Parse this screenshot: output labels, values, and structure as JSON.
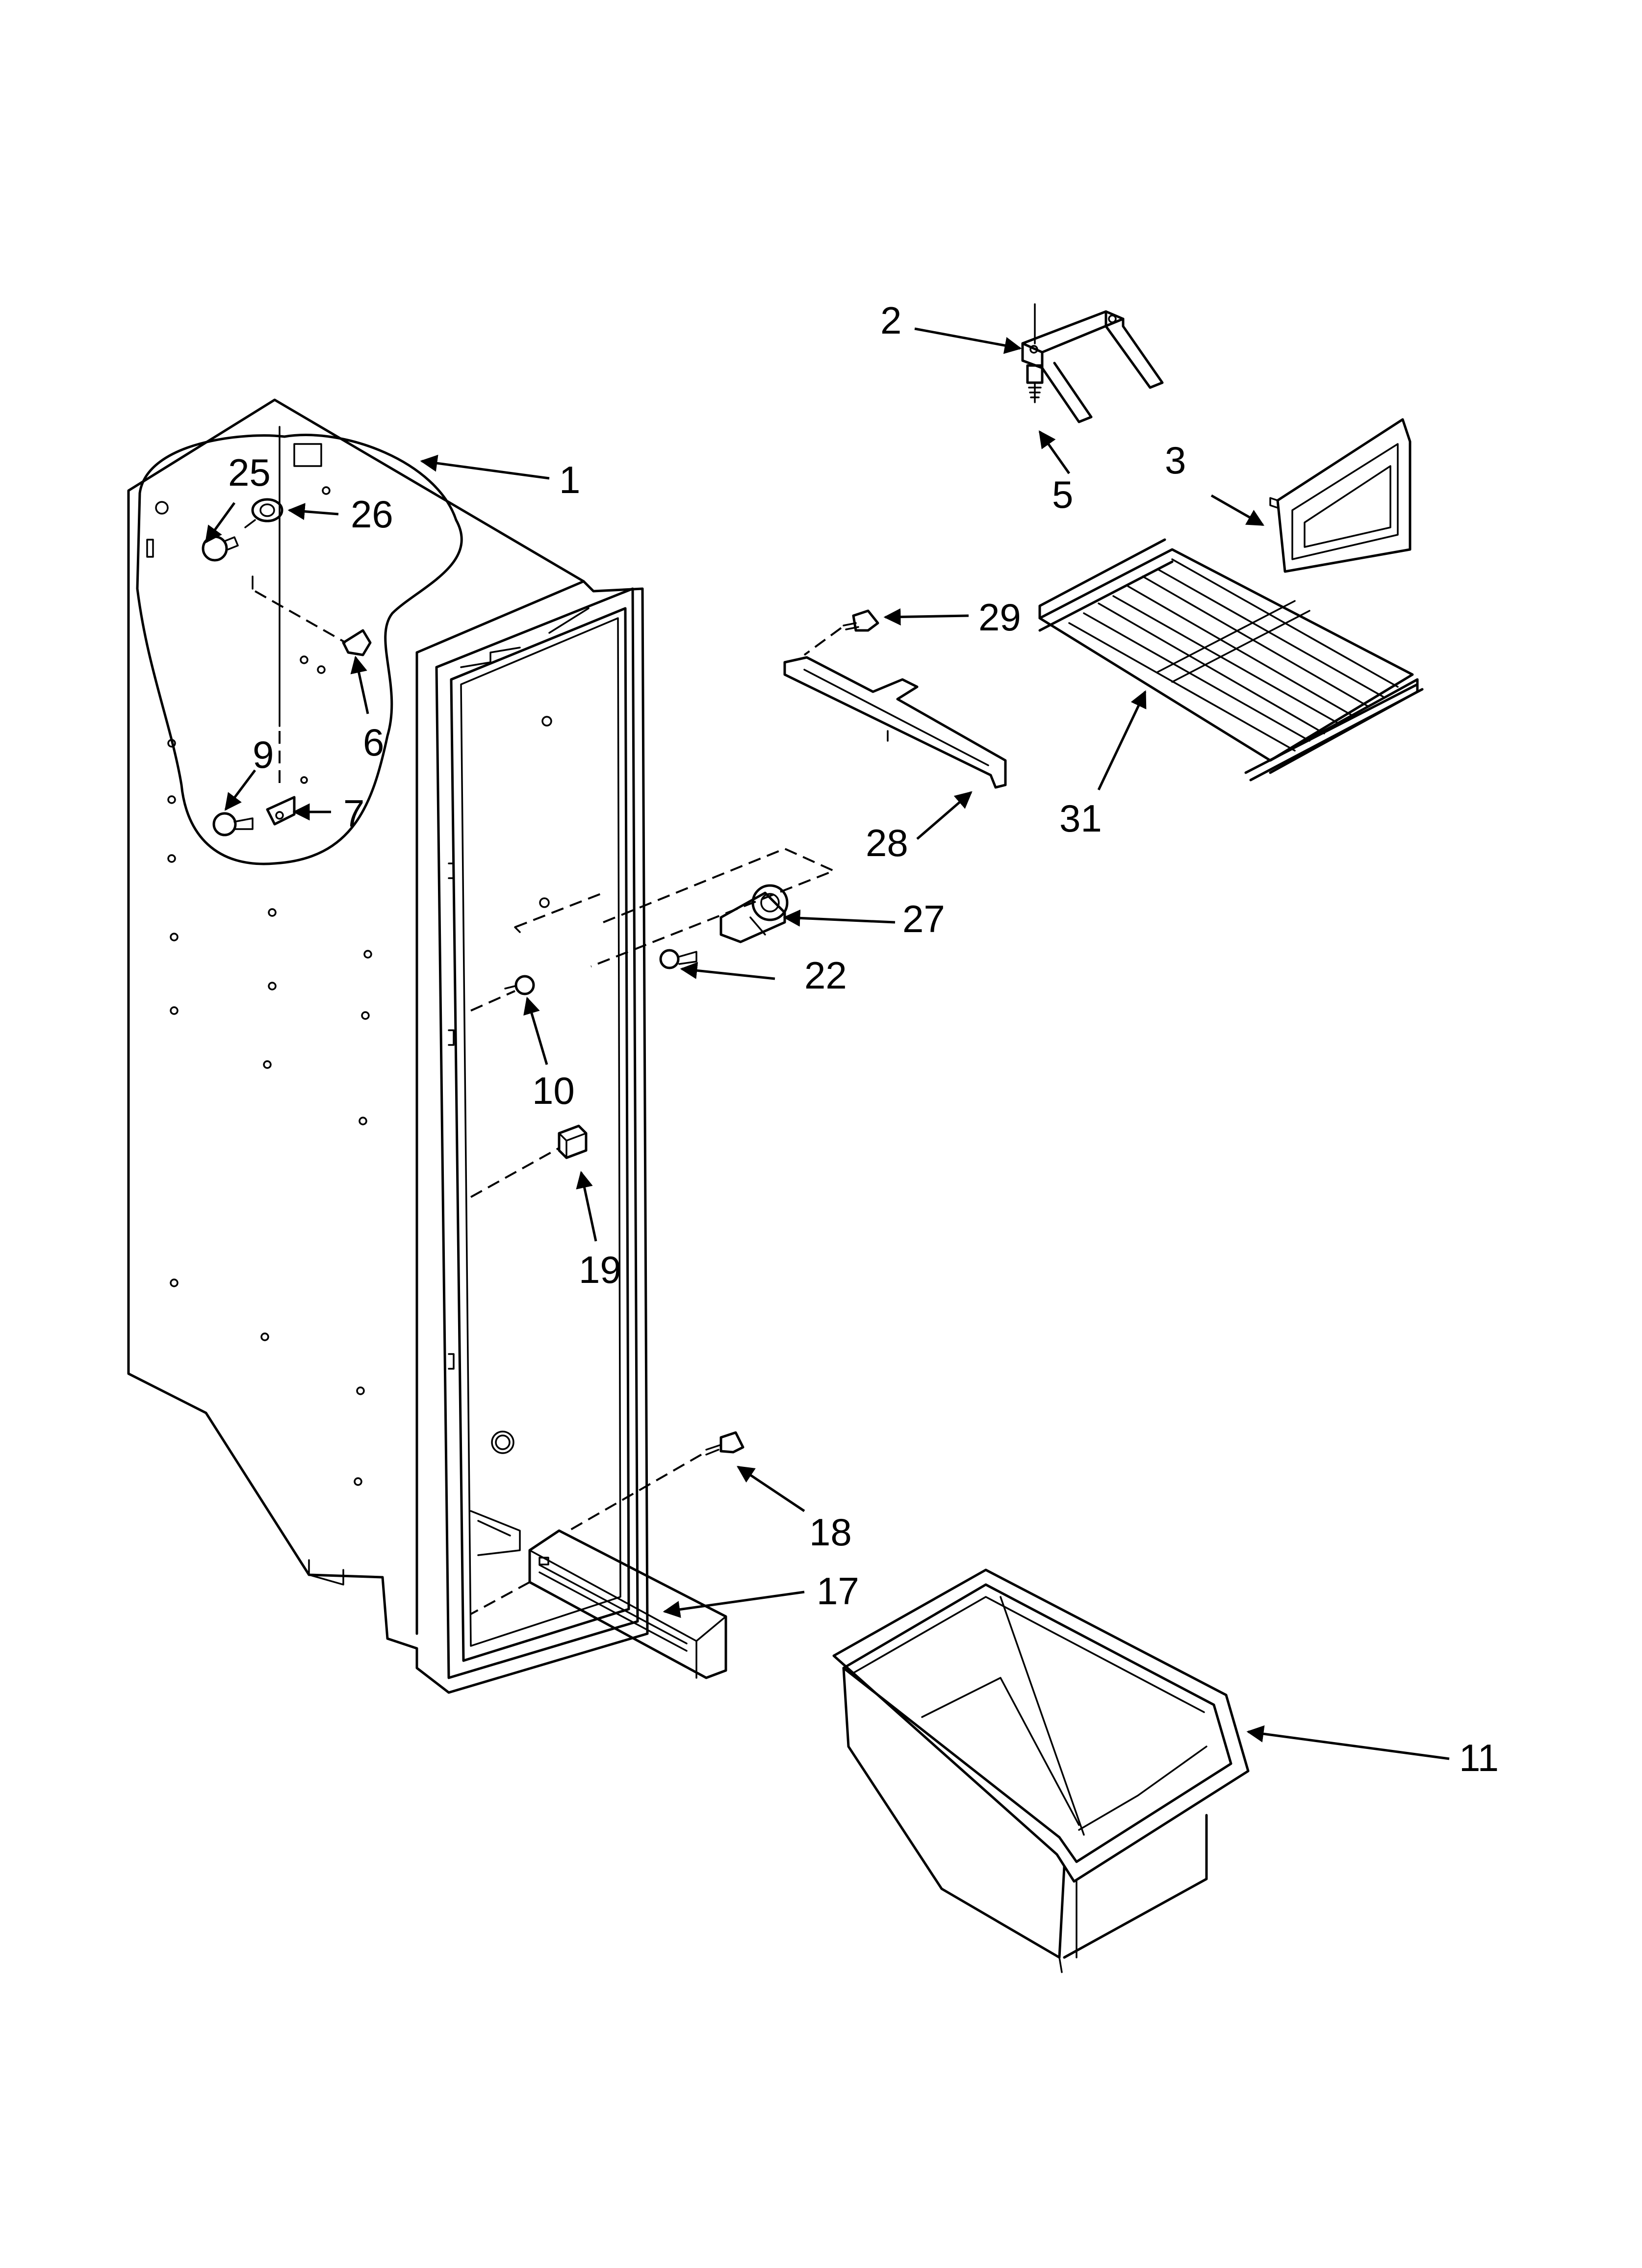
{
  "callouts": [
    {
      "id": "1",
      "label": "1"
    },
    {
      "id": "2",
      "label": "2"
    },
    {
      "id": "3",
      "label": "3"
    },
    {
      "id": "5",
      "label": "5"
    },
    {
      "id": "6",
      "label": "6"
    },
    {
      "id": "7",
      "label": "7"
    },
    {
      "id": "9",
      "label": "9"
    },
    {
      "id": "10",
      "label": "10"
    },
    {
      "id": "11",
      "label": "11"
    },
    {
      "id": "17",
      "label": "17"
    },
    {
      "id": "18",
      "label": "18"
    },
    {
      "id": "19",
      "label": "19"
    },
    {
      "id": "22",
      "label": "22"
    },
    {
      "id": "25",
      "label": "25"
    },
    {
      "id": "26",
      "label": "26"
    },
    {
      "id": "27",
      "label": "27"
    },
    {
      "id": "28",
      "label": "28"
    },
    {
      "id": "29",
      "label": "29"
    },
    {
      "id": "31",
      "label": "31"
    }
  ]
}
